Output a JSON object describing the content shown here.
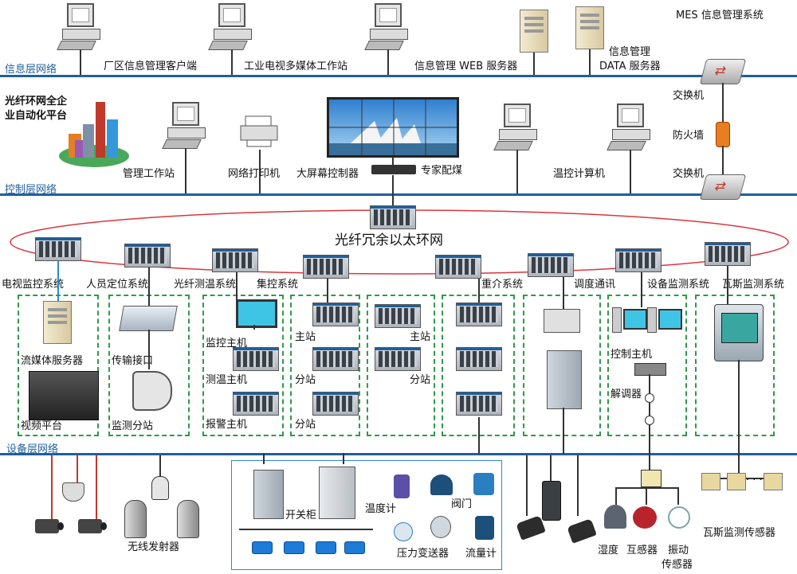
{
  "header": {
    "mes_title": "MES 信息管理系统"
  },
  "layers": {
    "info": "信息层网络",
    "control": "控制层网络",
    "device": "设备层网络"
  },
  "info_layer": {
    "client": "厂区信息管理客户端",
    "multimedia": "工业电视多媒体工作站",
    "web_server": "信息管理 WEB 服务器",
    "data_server_1": "信息管理",
    "data_server_2": "DATA 服务器"
  },
  "control_layer": {
    "platform_1": "光纤环网全企",
    "platform_2": "业自动化平台",
    "mgmt_station": "管理工作站",
    "printer": "网络打印机",
    "big_screen": "大屏幕控制器",
    "expert": "专家配煤",
    "temp_computer": "温控计算机",
    "switch_top": "交换机",
    "firewall": "防火墙",
    "switch_bottom": "交换机"
  },
  "ring_title": "光纤冗余以太环网",
  "subsystems": [
    "电视监控系统",
    "人员定位系统",
    "光纤测温系统",
    "集控系统",
    "重介系统",
    "调度通讯",
    "设备监测系统",
    "瓦斯监测系统"
  ],
  "boxes": {
    "media_server": "流媒体服务器",
    "video_platform": "视频平台",
    "trans_interface": "传输接口",
    "monitor_sub": "监测分站",
    "monitor_host": "监控主机",
    "temp_host": "测温主机",
    "alarm_host": "报警主机",
    "main_station_1": "主站",
    "sub_station_1": "分站",
    "sub_station_2": "分站",
    "main_station_2": "主站",
    "sub_station_3": "分站",
    "control_host": "控制主机",
    "demodulator": "解调器"
  },
  "field": {
    "wireless": "无线发射器",
    "switch_cabinet": "开关柜",
    "thermometer": "温度计",
    "valve": "阀门",
    "pressure": "压力变送器",
    "flowmeter": "流量计",
    "humidity": "湿度",
    "transformer": "互感器",
    "vibration_1": "振动",
    "vibration_2": "传感器",
    "gas_sensor": "瓦斯监测传感器",
    "ellipsis": "· · ·"
  },
  "colors": {
    "bus": "#1f5f9c",
    "ring": "#d9363e",
    "dash": "#2e9a4a"
  }
}
